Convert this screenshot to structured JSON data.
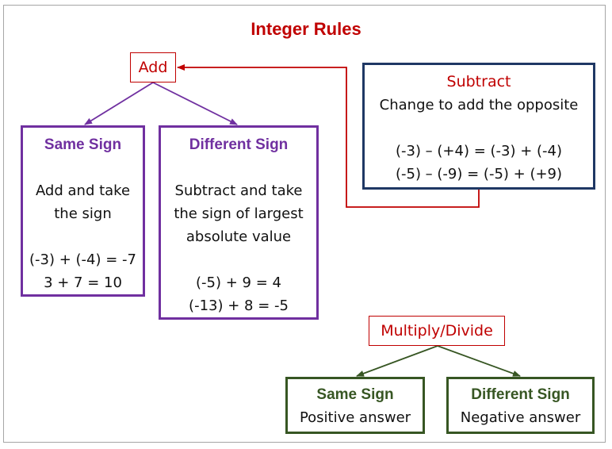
{
  "title": "Integer Rules",
  "add": {
    "label": "Add",
    "same_sign": {
      "heading": "Same Sign",
      "rule_lines": [
        "Add and take",
        "the sign"
      ],
      "examples": [
        "(-3) + (-4) = -7",
        "3 + 7 = 10"
      ]
    },
    "different_sign": {
      "heading": "Different Sign",
      "rule_lines": [
        "Subtract and take",
        "the sign of largest",
        "absolute value"
      ],
      "examples": [
        "(-5) + 9 = 4",
        "(-13) + 8 = -5"
      ]
    }
  },
  "subtract": {
    "label": "Subtract",
    "rule": "Change to add the opposite",
    "examples": [
      "(-3) – (+4) = (-3) + (-4)",
      "(-5) – (-9) = (-5) + (+9)"
    ]
  },
  "multiply_divide": {
    "label": "Multiply/Divide",
    "same_sign": {
      "heading": "Same Sign",
      "rule": "Positive answer"
    },
    "different_sign": {
      "heading": "Different Sign",
      "rule": "Negative answer"
    }
  },
  "colors": {
    "title_red": "#c00000",
    "add_purple": "#7030a0",
    "subtract_navy": "#1f3864",
    "multiply_green": "#375623"
  }
}
